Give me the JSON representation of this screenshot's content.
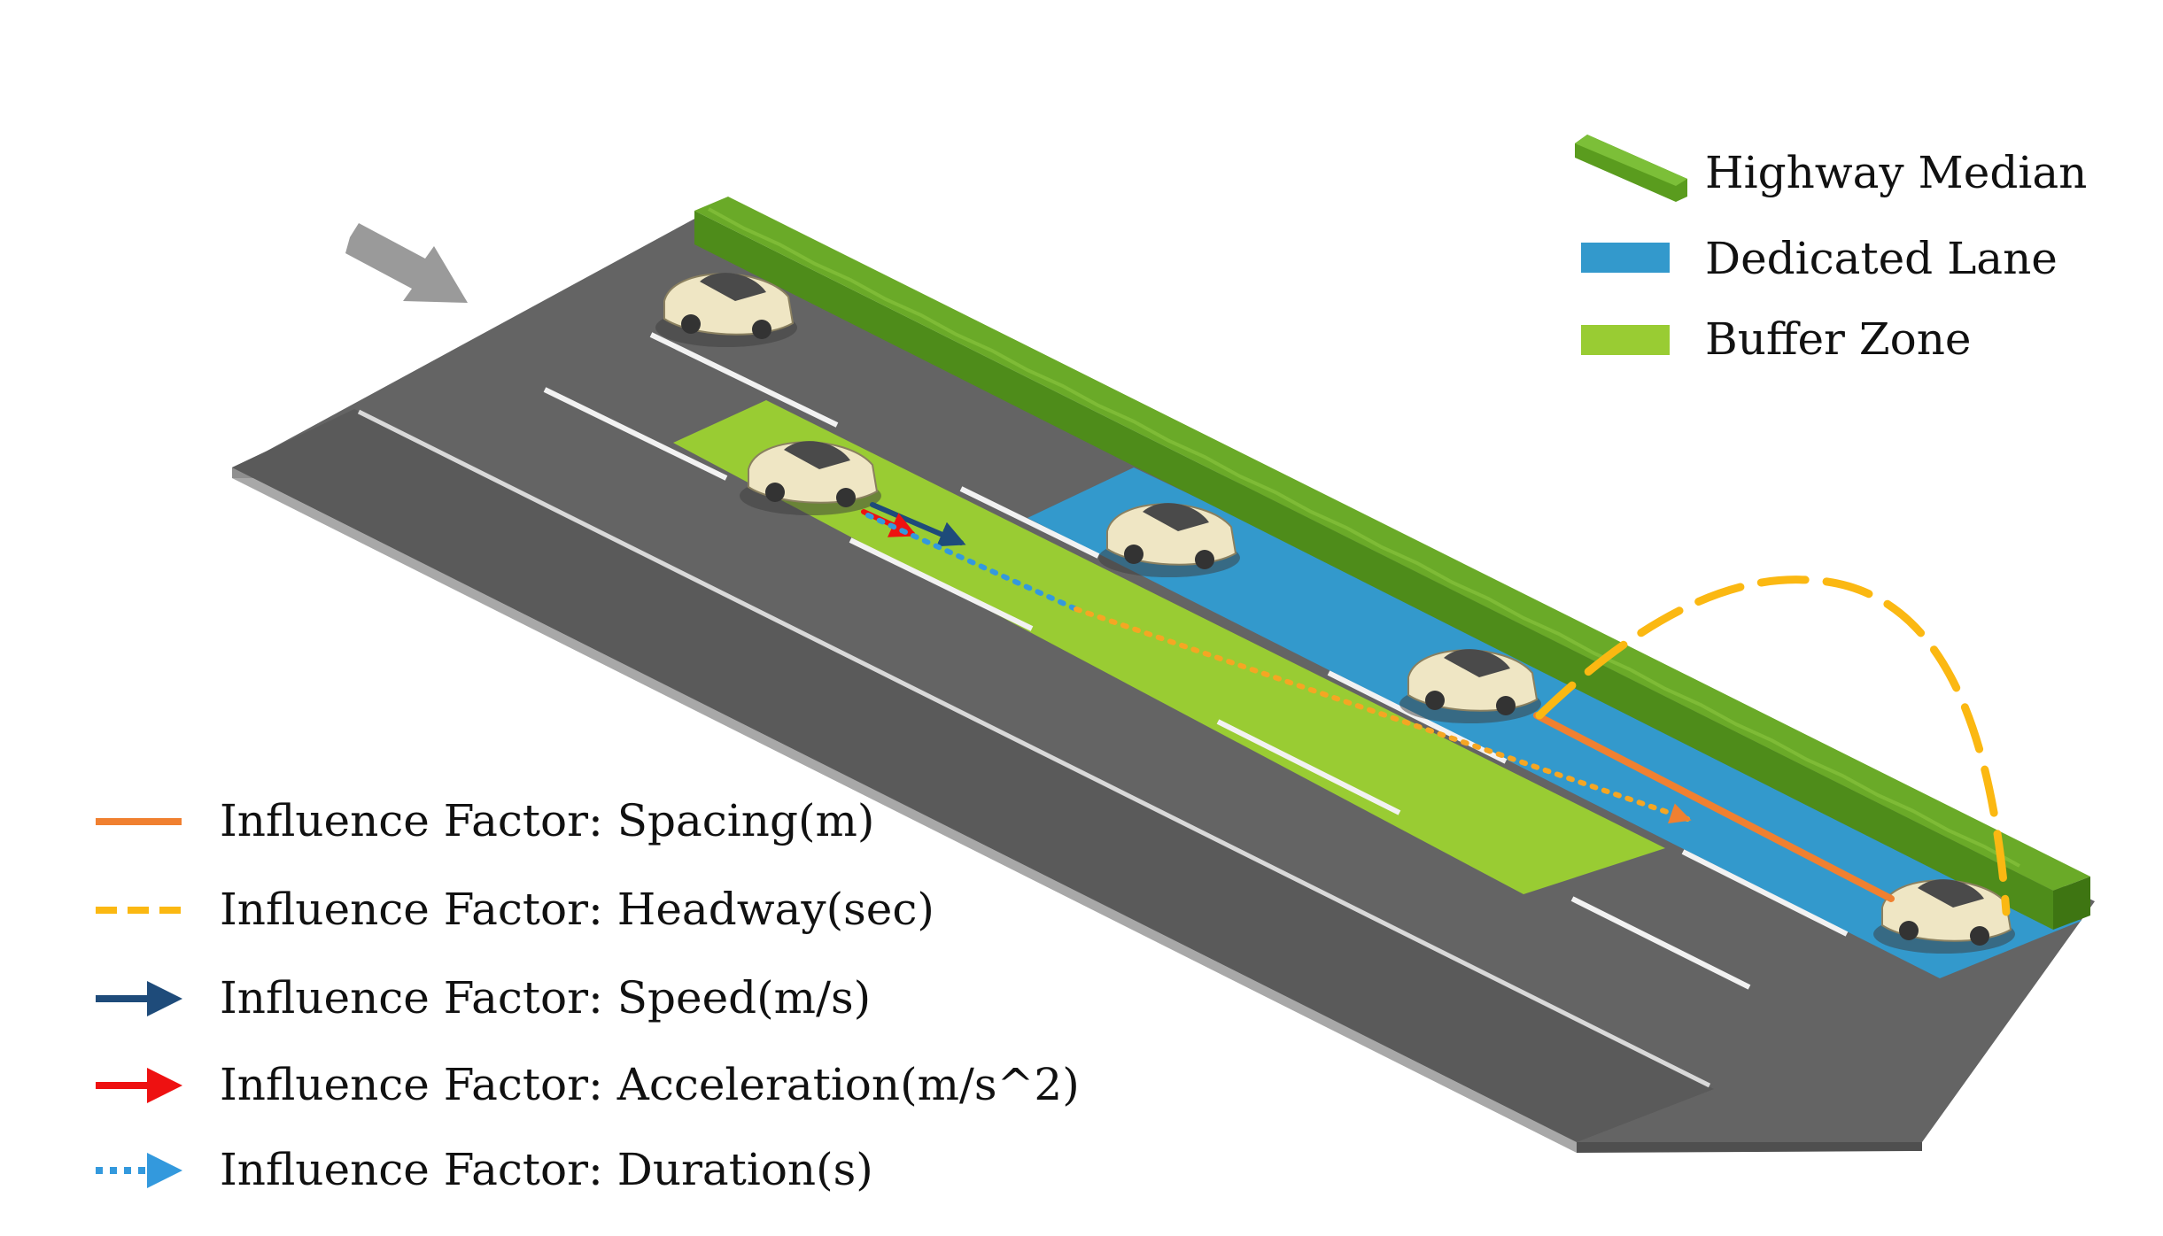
{
  "legend_top": {
    "median_label": "Highway Median",
    "dedicated_label": "Dedicated Lane",
    "buffer_label": "Buffer Zone"
  },
  "legend_bottom": {
    "spacing_label": "Influence Factor: Spacing(m)",
    "headway_label": "Influence Factor: Headway(sec)",
    "speed_label": "Influence Factor: Speed(m/s)",
    "acceleration_label": "Influence Factor: Acceleration(m/s^2)",
    "duration_label": "Influence Factor: Duration(s)"
  },
  "colors": {
    "road": "#646464",
    "road_dark": "#4f4f4f",
    "shoulder": "#a8a8a8",
    "median": "#5a9c1e",
    "median_dark": "#3e7512",
    "dedicated_lane": "#3399cc",
    "buffer_zone": "#99cc33",
    "spacing": "#f08030",
    "headway": "#fbb812",
    "speed": "#1e4b7a",
    "acceleration": "#ee1111",
    "duration": "#3399dd",
    "arrow": "#9a9a9a",
    "car_body": "#efe6c4"
  }
}
